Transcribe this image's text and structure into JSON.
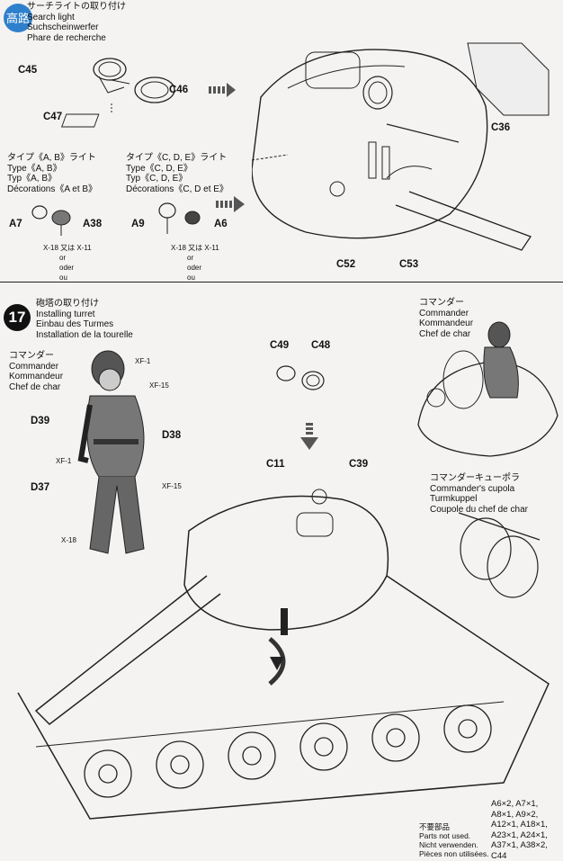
{
  "logo": {
    "text": "高路",
    "color": "#1a73c8"
  },
  "step16": {
    "title_lines": [
      "サーチライトの取り付け",
      "Search light",
      "Suchscheinwerfer",
      "Phare de recherche"
    ],
    "type_ab": [
      "タイプ《A, B》ライト",
      "Type《A, B》",
      "Typ《A, B》",
      "Décorations《A et B》"
    ],
    "type_cde": [
      "タイプ《C, D, E》ライト",
      "Type《C, D, E》",
      "Typ《C, D, E》",
      "Décorations《C, D et E》"
    ],
    "parts": {
      "c45": "C45",
      "c46": "C46",
      "c47": "C47",
      "a7": "A7",
      "a38": "A38",
      "a9": "A9",
      "a6": "A6",
      "c36": "C36",
      "c52": "C52",
      "c53": "C53"
    },
    "paint_ab": [
      "X-18",
      "又は",
      "X-11",
      "or",
      "oder",
      "ou"
    ],
    "paint_cde": [
      "X-18",
      "又は",
      "X-11",
      "or",
      "oder",
      "ou"
    ]
  },
  "step17": {
    "number": "17",
    "title_lines": [
      "砲塔の取り付け",
      "Installing turret",
      "Einbau des Turmes",
      "Installation de la tourelle"
    ],
    "commander": [
      "コマンダー",
      "Commander",
      "Kommandeur",
      "Chef de char"
    ],
    "commander_right": [
      "コマンダー",
      "Commander",
      "Kommandeur",
      "Chef de char"
    ],
    "cupola": [
      "コマンダーキューポラ",
      "Commander's cupola",
      "Turmkuppel",
      "Coupole du chef de char"
    ],
    "parts": {
      "c49": "C49",
      "c48": "C48",
      "c11": "C11",
      "c39": "C39",
      "d39": "D39",
      "d38": "D38",
      "d37": "D37"
    },
    "paints": {
      "xf1_top": "XF-1",
      "xf15_top": "XF-15",
      "xf1_mid": "XF-1",
      "xf15_mid": "XF-15",
      "x18": "X-18"
    },
    "unused_title": [
      "不要部品",
      "Parts not used.",
      "Nicht verwenden.",
      "Pièces non utilisées."
    ],
    "unused_parts": [
      "A6×2, A7×1,",
      "A8×1, A9×2,",
      "A12×1, A18×1,",
      "A23×1, A24×1,",
      "A37×1, A38×2,",
      "C44"
    ]
  }
}
